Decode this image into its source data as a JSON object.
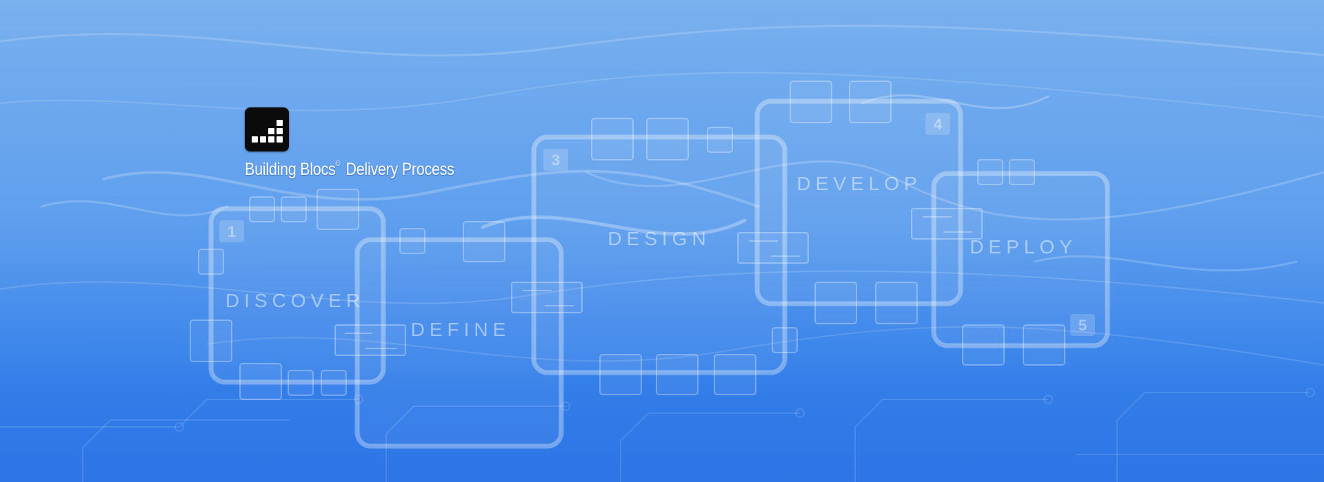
{
  "brand": {
    "logo_icon": "stacked-blocks-logo",
    "name_main": "Building Blocs",
    "mark": "©",
    "name_rest": " Delivery Process"
  },
  "stages": [
    {
      "number": "1",
      "label": "DISCOVER"
    },
    {
      "number": "",
      "label": "DEFINE"
    },
    {
      "number": "3",
      "label": "DESIGN"
    },
    {
      "number": "4",
      "label": "DEVELOP"
    },
    {
      "number": "5",
      "label": "DEPLOY"
    }
  ],
  "colors": {
    "sky_top": "#7db3ee",
    "sky_mid": "#4f94ec",
    "sky_bottom": "#1a6ee6",
    "frame": "#ffffff"
  }
}
